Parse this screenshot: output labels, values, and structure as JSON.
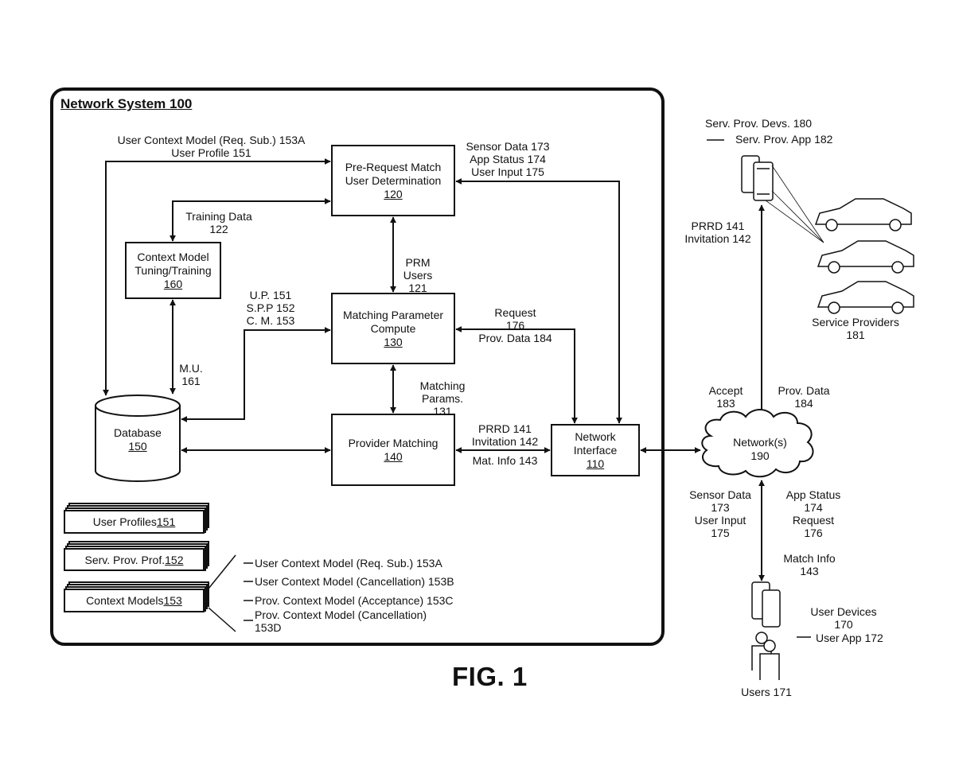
{
  "figure": {
    "system_title": "Network  System 100",
    "caption": "FIG. 1"
  },
  "boxes": {
    "prm": {
      "line1": "Pre-Request Match",
      "line2": "User Determination",
      "ref": "120"
    },
    "mpc": {
      "line1": "Matching Parameter",
      "line2": "Compute",
      "ref": "130"
    },
    "pm": {
      "line1": "Provider Matching",
      "ref": "140"
    },
    "ni": {
      "line1": "Network",
      "line2": "Interface",
      "ref": "110"
    },
    "cmt": {
      "line1": "Context Model",
      "line2": "Tuning/Training",
      "ref": "160"
    },
    "db": {
      "line1": "Database",
      "ref": "150"
    }
  },
  "stacks": [
    {
      "label": "User Profiles ",
      "ref": "151"
    },
    {
      "label": "Serv. Prov. Prof. ",
      "ref": "152"
    },
    {
      "label": "Context Models ",
      "ref": "153"
    }
  ],
  "context_models": [
    "User Context Model (Req. Sub.) 153A",
    "User Context Model (Cancellation) 153B",
    "Prov. Context Model (Acceptance) 153C",
    "Prov. Context Model (Cancellation)",
    "153D"
  ],
  "edge_labels": {
    "ucm_top": [
      "User Context Model (Req. Sub.) 153A",
      "User Profile 151"
    ],
    "training": [
      "Training Data",
      "122"
    ],
    "sensor_top": [
      "Sensor Data 173",
      "App Status 174",
      "User Input 175"
    ],
    "prm_users": [
      "PRM",
      "Users",
      "121"
    ],
    "up_spp_cm": [
      "U.P. 151",
      "S.P.P 152",
      "C. M. 153"
    ],
    "mu": [
      "M.U.",
      "161"
    ],
    "request_prov": [
      "Request",
      "176",
      "Prov. Data 184"
    ],
    "matching_params": [
      "Matching",
      "Params.",
      "131"
    ],
    "prrd_inv": [
      "PRRD 141",
      "Invitation 142"
    ],
    "mat_info": "Mat. Info 143",
    "prrd_right": [
      "PRRD 141",
      "Invitation 142"
    ],
    "accept": [
      "Accept",
      "183"
    ],
    "prov_data": [
      "Prov. Data",
      "184"
    ],
    "sensor_user": [
      "Sensor Data",
      "173",
      "User Input",
      "175"
    ],
    "app_request": [
      "App Status",
      "174",
      "Request",
      "176"
    ],
    "match_info": [
      "Match Info",
      "143"
    ]
  },
  "network": {
    "line1": "Network(s)",
    "ref": "190"
  },
  "providers": {
    "devices": "Serv. Prov. Devs. 180",
    "app": "Serv. Prov. App 182",
    "label": [
      "Service Providers",
      "181"
    ]
  },
  "users": {
    "devices": [
      "User Devices",
      "170"
    ],
    "app": "User App 172",
    "label": "Users 171"
  }
}
